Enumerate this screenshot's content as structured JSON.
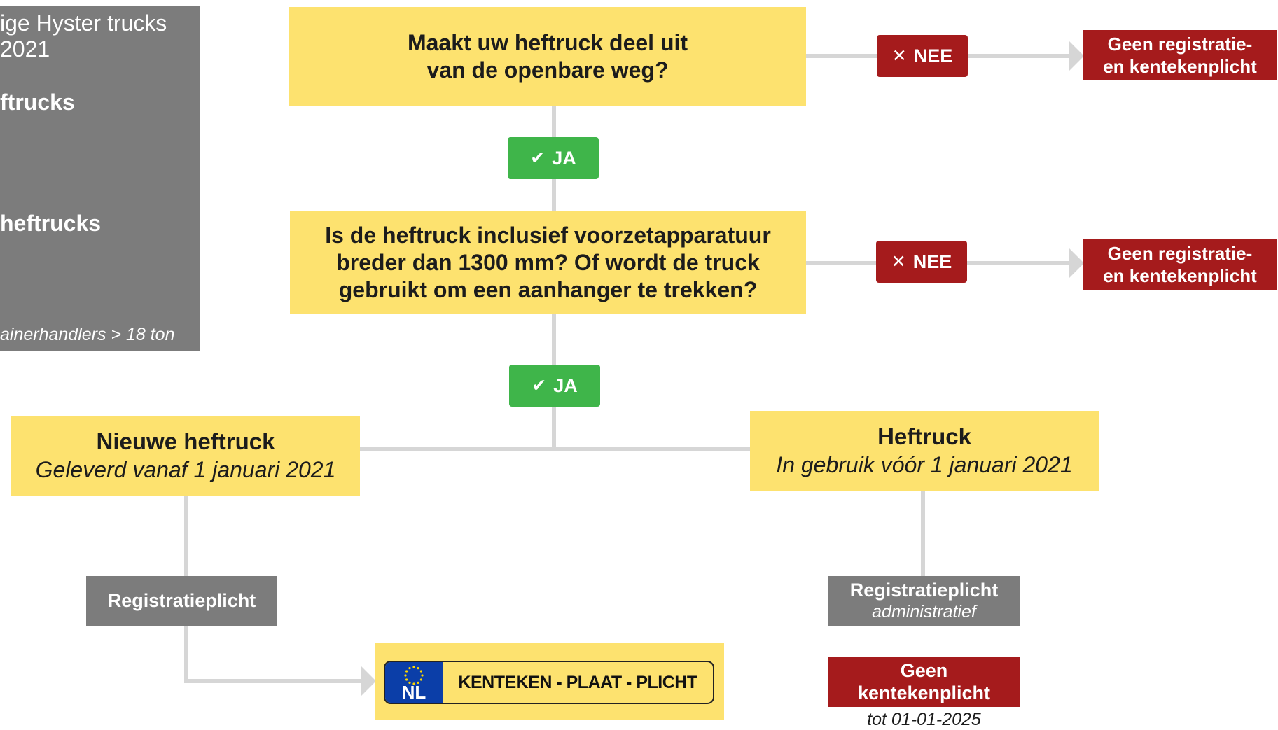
{
  "legend": {
    "line1": "ige Hyster trucks",
    "line2": "2021",
    "item1": "ftrucks",
    "item2": "heftrucks",
    "footnote": "ainerhandlers > 18 ton"
  },
  "q1": {
    "line1": "Maakt uw heftruck deel uit",
    "line2": "van de openbare weg?"
  },
  "q2": {
    "line1": "Is de heftruck inclusief voorzetapparatuur",
    "line2": "breder dan 1300 mm? Of wordt de truck",
    "line3": "gebruikt om een aanhanger te trekken?"
  },
  "labels": {
    "nee": "NEE",
    "ja": "JA"
  },
  "icons": {
    "no": "cross-icon",
    "yes": "check-icon",
    "arrow": "arrow-right-icon",
    "eu": "eu-stars-icon"
  },
  "result_no": {
    "line1": "Geen registratie-",
    "line2": "en kentekenplicht"
  },
  "new_truck": {
    "title": "Nieuwe heftruck",
    "subtitle": "Geleverd vanaf 1 januari 2021"
  },
  "old_truck": {
    "title": "Heftruck",
    "subtitle": "In gebruik vóór 1 januari 2021"
  },
  "reg_left": "Registratieplicht",
  "reg_right": {
    "title": "Registratieplicht",
    "subtitle": "administratief"
  },
  "plate": {
    "country": "NL",
    "text": "KENTEKEN - PLAAT - PLICHT"
  },
  "no_plate": {
    "line1": "Geen",
    "line2": "kentekenplicht",
    "note": "tot 01-01-2025"
  },
  "colors": {
    "yellow": "#fde26f",
    "red": "#a51b1c",
    "green": "#3fb54a",
    "grey": "#7c7c7c",
    "eu_blue": "#0b3ea8",
    "connector": "#d6d6d6"
  }
}
